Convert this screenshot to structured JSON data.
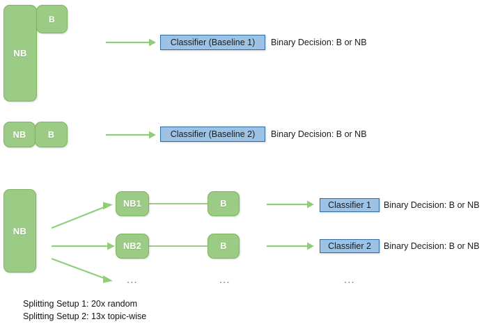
{
  "diagram": {
    "title_text": "",
    "colors": {
      "node_fill": "#9CCB86",
      "node_border": "#7EB45F",
      "classifier_fill": "#9CC3E5",
      "classifier_border": "#2E6DA4",
      "arrow": "#92CE7A",
      "text": "#1a1a1a"
    },
    "rows": [
      {
        "id": "baseline-1",
        "nodes": [
          {
            "label": "NB"
          },
          {
            "label": "B"
          }
        ],
        "classifier": "Classifier (Baseline 1)",
        "decision": "Binary Decision: B or NB"
      },
      {
        "id": "baseline-2",
        "nodes": [
          {
            "label": "NB"
          },
          {
            "label": "B"
          }
        ],
        "classifier": "Classifier (Baseline 2)",
        "decision": "Binary Decision: B or NB"
      }
    ],
    "split_section": {
      "source_label": "NB",
      "branches": [
        {
          "left_label": "NB1",
          "right_label": "B",
          "classifier": "Classifier 1",
          "decision": "Binary Decision: B or NB"
        },
        {
          "left_label": "NB2",
          "right_label": "B",
          "classifier": "Classifier 2",
          "decision": "Binary Decision: B or NB"
        }
      ],
      "ellipsis": "...",
      "ellipsis_2": "...",
      "ellipsis_3": "..."
    },
    "captions": {
      "line1": "Splitting Setup 1: 20x random",
      "line2": "Splitting Setup 2: 13x topic-wise"
    }
  }
}
